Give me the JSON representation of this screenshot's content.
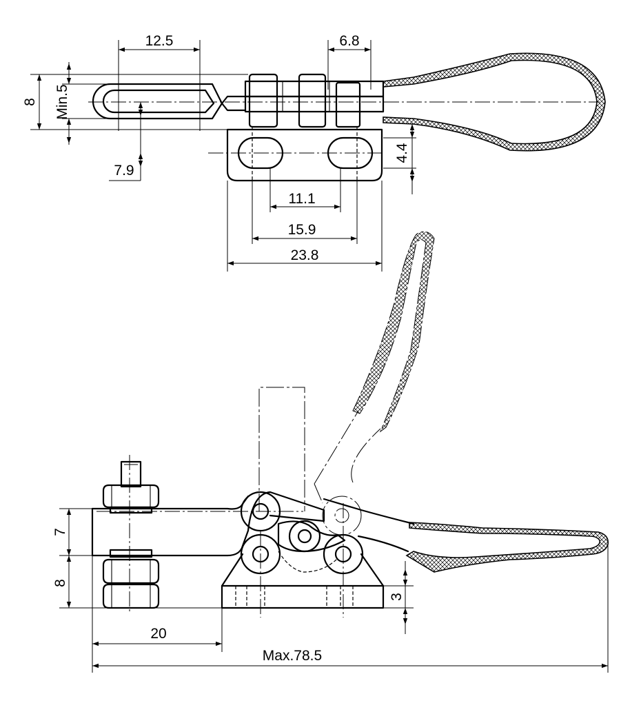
{
  "dimensions": {
    "top_view": {
      "d_12_5": "12.5",
      "d_6_8": "6.8",
      "d_8": "8",
      "d_min5": "Min.5",
      "d_7_9": "7.9",
      "d_4_4": "4.4",
      "d_11_1": "11.1",
      "d_15_9": "15.9",
      "d_23_8": "23.8"
    },
    "side_view": {
      "d_7": "7",
      "d_8": "8",
      "d_3": "3",
      "d_20": "20",
      "d_max": "Max.78.5"
    }
  }
}
